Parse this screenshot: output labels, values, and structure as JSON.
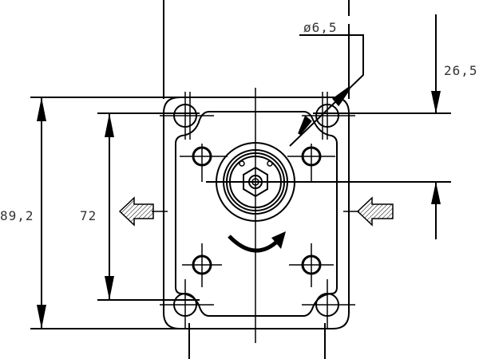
{
  "drawing": {
    "dimensions": {
      "hole_diameter": "ø6,5",
      "shaft_offset": "26,5",
      "overall_height": "89,2",
      "bolt_spacing": "72"
    },
    "line_color": "#000000",
    "text_color": "#333333"
  }
}
